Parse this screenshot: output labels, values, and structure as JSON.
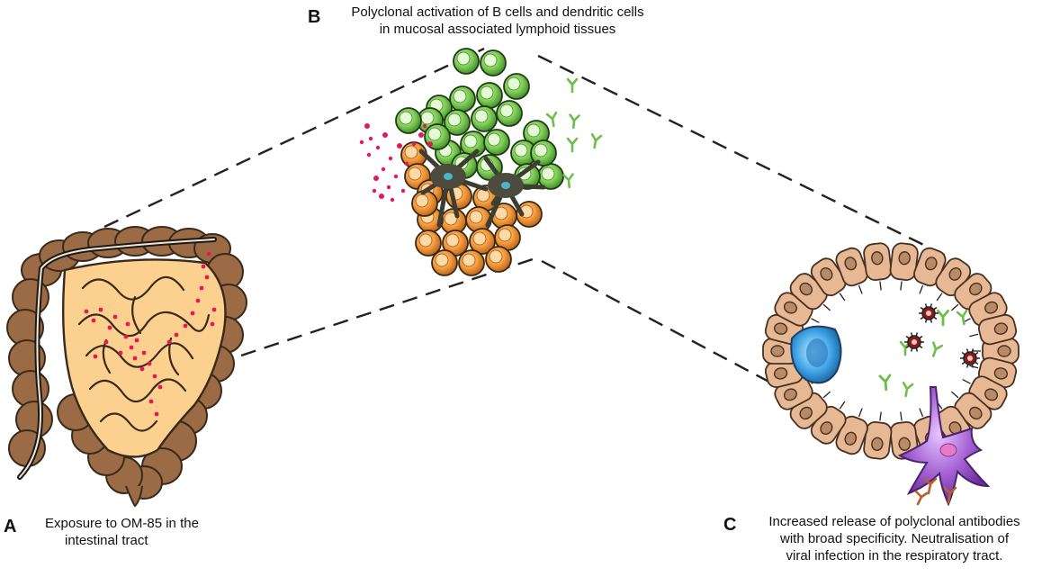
{
  "panels": {
    "a": {
      "letter": "A",
      "caption_lines": [
        "Exposure to OM-85 in the",
        "intestinal tract"
      ]
    },
    "b": {
      "letter": "B",
      "caption_lines": [
        "Polyclonal activation of B cells and dendritic cells",
        "in mucosal associated lymphoid tissues"
      ]
    },
    "c": {
      "letter": "C",
      "caption_lines": [
        "Increased release of polyclonal antibodies",
        "with broad specificity. Neutralisation of",
        "viral infection in the respiratory tract."
      ]
    }
  },
  "colors": {
    "intestine_outer": "#9a6b45",
    "intestine_inner": "#fcd08f",
    "particles": "#e5195a",
    "b_cell": "#78c850",
    "activated_cell": "#f29a3c",
    "dendritic_cell": "#4a4a3e",
    "epithelial_cell": "#e6b894",
    "goblet_cell": "#3aa0e0",
    "antibody": "#6cc04a",
    "virus": "#8b1a1a",
    "airway_dc": "#9b59c6"
  }
}
